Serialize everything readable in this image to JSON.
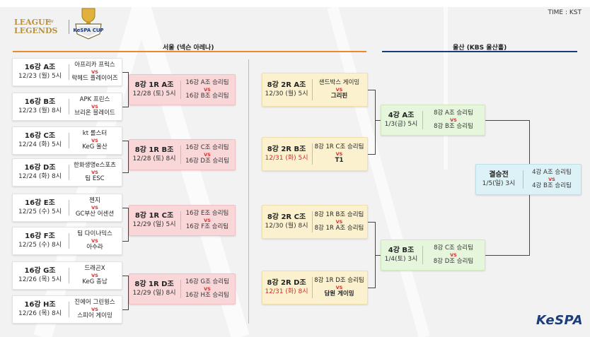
{
  "header": {
    "logo_text": "LEAGUE OF LEGENDS",
    "badge_text": "KeSPA CUP",
    "time_label": "TIME : KST",
    "kespa_logo": "KeSPA"
  },
  "venues": {
    "seoul": {
      "label": "서울 (넥슨 아레나)",
      "color": "#e98a2c"
    },
    "ulsan": {
      "label": "울산 (KBS 울산홀)",
      "color": "#1c3d7a"
    }
  },
  "colors": {
    "vs_red": "#d62b2b",
    "date_red": "#d62b2b"
  },
  "round16": [
    {
      "group": "16강 A조",
      "date": "12/23 (월) 5시",
      "team1": "아프리카 프릭스",
      "team2": "락헤드 플레이어즈"
    },
    {
      "group": "16강 B조",
      "date": "12/23 (월) 8시",
      "team1": "APK 프린스",
      "team2": "브리온 블레이드"
    },
    {
      "group": "16강 C조",
      "date": "12/24 (화) 5시",
      "team1": "kt 롤스터",
      "team2": "KeG 울산"
    },
    {
      "group": "16강 D조",
      "date": "12/24 (화) 8시",
      "team1": "한화생명e스포츠",
      "team2": "팀 ESC"
    },
    {
      "group": "16강 E조",
      "date": "12/25 (수) 5시",
      "team1": "젠지",
      "team2": "GC부산 어센션"
    },
    {
      "group": "16강 F조",
      "date": "12/25 (수) 8시",
      "team1": "팀 다이나믹스",
      "team2": "아수라"
    },
    {
      "group": "16강 G조",
      "date": "12/26 (목) 5시",
      "team1": "드래곤X",
      "team2": "KeG 충남"
    },
    {
      "group": "16강 H조",
      "date": "12/26 (목) 8시",
      "team1": "진에어 그린윙스",
      "team2": "스피어 게이밍"
    }
  ],
  "round8_1": [
    {
      "group": "8강 1R A조",
      "date": "12/28 (토) 5시",
      "team1": "16강 A조 승리팀",
      "team2": "16강 B조 승리팀"
    },
    {
      "group": "8강 1R B조",
      "date": "12/28 (토) 8시",
      "team1": "16강 C조 승리팀",
      "team2": "16강 D조 승리팀"
    },
    {
      "group": "8강 1R C조",
      "date": "12/29 (일) 5시",
      "team1": "16강 E조 승리팀",
      "team2": "16강 F조 승리팀"
    },
    {
      "group": "8강 1R D조",
      "date": "12/29 (일) 8시",
      "team1": "16강 G조 승리팀",
      "team2": "16강 H조 승리팀"
    }
  ],
  "round8_2": [
    {
      "group": "8강 2R A조",
      "date": "12/30 (월) 5시",
      "date_red": false,
      "team1": "샌드박스 게이밍",
      "team2": "그리핀"
    },
    {
      "group": "8강 2R B조",
      "date": "12/31 (화) 5시",
      "date_red": true,
      "team1": "8강 1R C조 승리팀",
      "team2": "T1"
    },
    {
      "group": "8강 2R C조",
      "date": "12/30 (월) 8시",
      "date_red": false,
      "team1": "8강 1R B조 승리팀",
      "team2": "8강 1R A조 승리팀"
    },
    {
      "group": "8강 2R D조",
      "date": "12/31 (화) 8시",
      "date_red": true,
      "team1": "8강 1R D조 승리팀",
      "team2": "담원 게이밍"
    }
  ],
  "semis": [
    {
      "group": "4강 A조",
      "date": "1/3(금) 5시",
      "team1": "8강 A조 승리팀",
      "team2": "8강 B조 승리팀"
    },
    {
      "group": "4강 B조",
      "date": "1/4(토) 3시",
      "team1": "8강 C조 승리팀",
      "team2": "8강 D조 승리팀"
    }
  ],
  "final": {
    "group": "결승전",
    "date": "1/5(일) 3시",
    "team1": "4강 A조 승리팀",
    "team2": "4강 B조 승리팀"
  },
  "vs_text": "VS"
}
